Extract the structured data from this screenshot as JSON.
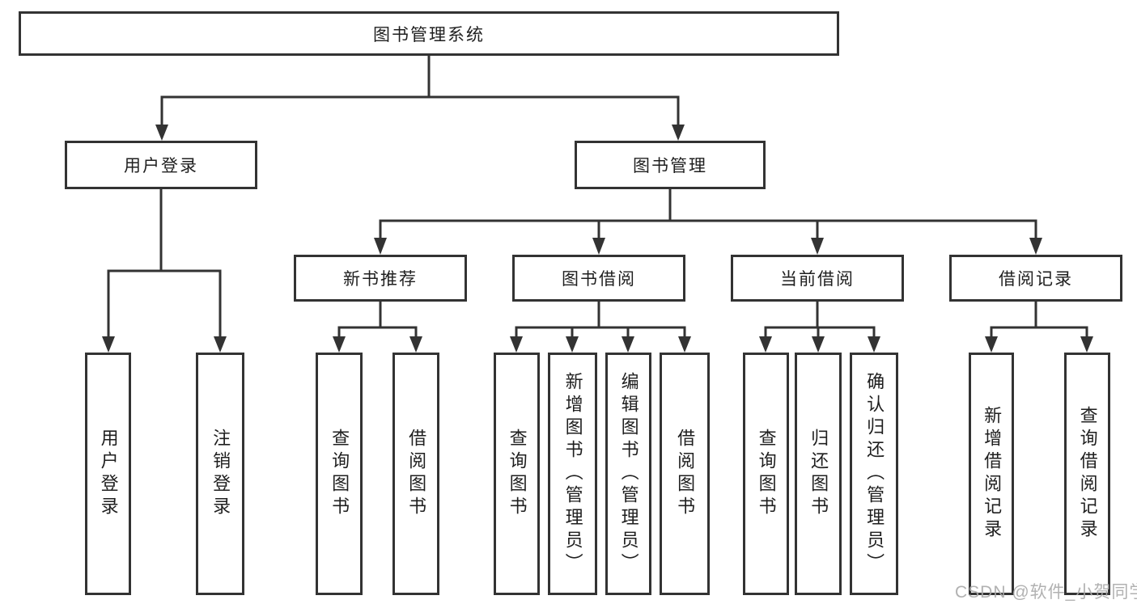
{
  "tree": {
    "label": "图书管理系统",
    "children": [
      {
        "label": "用户登录",
        "children": [
          {
            "label": "用户登录"
          },
          {
            "label": "注销登录"
          }
        ]
      },
      {
        "label": "图书管理",
        "children": [
          {
            "label": "新书推荐",
            "children": [
              {
                "label": "查询图书"
              },
              {
                "label": "借阅图书"
              }
            ]
          },
          {
            "label": "图书借阅",
            "children": [
              {
                "label": "查询图书"
              },
              {
                "label": "新增图书（管理员）"
              },
              {
                "label": "编辑图书（管理员）"
              },
              {
                "label": "借阅图书"
              }
            ]
          },
          {
            "label": "当前借阅",
            "children": [
              {
                "label": "查询图书"
              },
              {
                "label": "归还图书"
              },
              {
                "label": "确认归还（管理员）"
              }
            ]
          },
          {
            "label": "借阅记录",
            "children": [
              {
                "label": "新增借阅记录"
              },
              {
                "label": "查询借阅记录"
              }
            ]
          }
        ]
      }
    ]
  },
  "watermark": {
    "text": "CSDN @软件_小贺同学"
  },
  "colors": {
    "line": "#333333",
    "text": "#1f1f1f",
    "watermark": "#a8a8a8",
    "background": "#ffffff"
  }
}
